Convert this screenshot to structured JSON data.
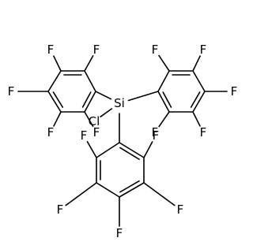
{
  "molecule": {
    "center_label": "Si",
    "substituent_label": "Cl",
    "fluorine_label": "F"
  }
}
